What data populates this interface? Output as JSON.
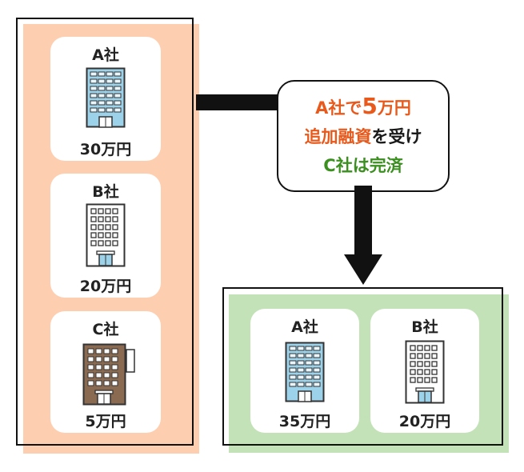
{
  "left_group": {
    "companies": [
      {
        "name": "A社",
        "amount": "30万円",
        "icon": "glass-office-building-icon"
      },
      {
        "name": "B社",
        "amount": "20万円",
        "icon": "white-office-building-icon"
      },
      {
        "name": "C社",
        "amount": "5万円",
        "icon": "brown-office-building-icon"
      }
    ]
  },
  "callout": {
    "line1": {
      "prefix": "A社で",
      "highlight": "5",
      "suffix": "万円"
    },
    "line2": {
      "part_a": "追加融資",
      "part_b": "を受け"
    },
    "line3": "C社は完済"
  },
  "right_group": {
    "companies": [
      {
        "name": "A社",
        "amount": "35万円",
        "icon": "glass-office-building-icon"
      },
      {
        "name": "B社",
        "amount": "20万円",
        "icon": "white-office-building-icon"
      }
    ]
  },
  "colors": {
    "left_bg": "#fdcfb0",
    "right_bg": "#c3e2b8",
    "orange_text": "#e8591b",
    "green_text": "#3a8f1f",
    "glass_building": "#9dd3ea",
    "brown_building": "#8a6a50"
  }
}
